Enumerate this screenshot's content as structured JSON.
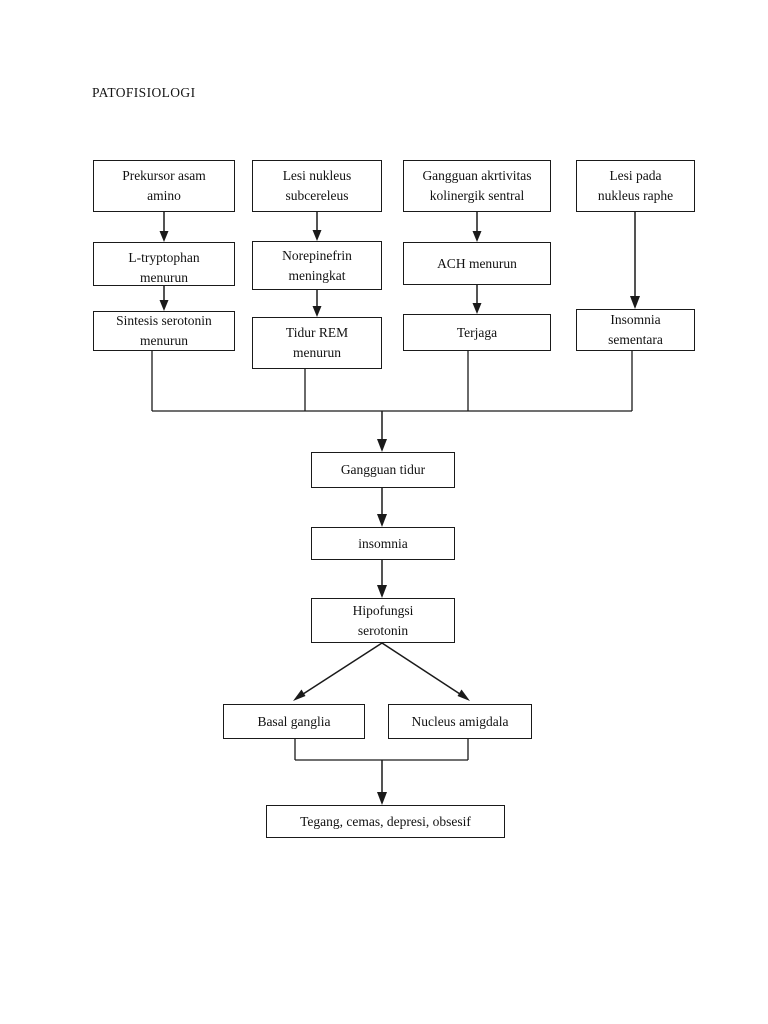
{
  "page": {
    "title": "PATOFISIOLOGI",
    "background_color": "#ffffff",
    "line_color": "#1a1a1a",
    "text_color": "#111111"
  },
  "chart_data": {
    "type": "diagram",
    "diagram_kind": "flowchart",
    "title": "PATOFISIOLOGI",
    "orientation": "top-to-bottom",
    "nodes": [
      {
        "id": "n1",
        "label": "Prekursor asam\namino",
        "column": 1,
        "row": 1
      },
      {
        "id": "n2",
        "label": "L-tryptophan\nmenurun",
        "column": 1,
        "row": 2
      },
      {
        "id": "n3",
        "label": "Sintesis serotonin\nmenurun",
        "column": 1,
        "row": 3
      },
      {
        "id": "n4",
        "label": "Lesi nukleus\nsubcereleus",
        "column": 2,
        "row": 1
      },
      {
        "id": "n5",
        "label": "Norepinefrin\nmeningkat",
        "column": 2,
        "row": 2
      },
      {
        "id": "n6",
        "label": "Tidur REM\nmenurun",
        "column": 2,
        "row": 3
      },
      {
        "id": "n7",
        "label": "Gangguan akrtivitas\nkolinergik sentral",
        "column": 3,
        "row": 1
      },
      {
        "id": "n8",
        "label": "ACH menurun",
        "column": 3,
        "row": 2
      },
      {
        "id": "n9",
        "label": "Terjaga",
        "column": 3,
        "row": 3
      },
      {
        "id": "n10",
        "label": "Lesi pada\nnukleus raphe",
        "column": 4,
        "row": 1
      },
      {
        "id": "n11",
        "label": "Insomnia\nsementara",
        "column": 4,
        "row": 3
      },
      {
        "id": "n12",
        "label": "Gangguan tidur",
        "column": 0,
        "row": 4
      },
      {
        "id": "n13",
        "label": "insomnia",
        "column": 0,
        "row": 5
      },
      {
        "id": "n14",
        "label": "Hipofungsi\nserotonin",
        "column": 0,
        "row": 6
      },
      {
        "id": "n15",
        "label": "Basal ganglia",
        "column": 0,
        "row": 7
      },
      {
        "id": "n16",
        "label": "Nucleus amigdala",
        "column": 0,
        "row": 7
      },
      {
        "id": "n17",
        "label": "Tegang, cemas, depresi, obsesif",
        "column": 0,
        "row": 8
      }
    ],
    "edges": [
      {
        "from": "n1",
        "to": "n2",
        "style": "arrow"
      },
      {
        "from": "n2",
        "to": "n3",
        "style": "arrow"
      },
      {
        "from": "n4",
        "to": "n5",
        "style": "arrow"
      },
      {
        "from": "n5",
        "to": "n6",
        "style": "arrow"
      },
      {
        "from": "n7",
        "to": "n8",
        "style": "arrow"
      },
      {
        "from": "n8",
        "to": "n9",
        "style": "arrow"
      },
      {
        "from": "n10",
        "to": "n11",
        "style": "arrow"
      },
      {
        "from": "n3",
        "to": "n12",
        "style": "bus-merge"
      },
      {
        "from": "n6",
        "to": "n12",
        "style": "bus-merge"
      },
      {
        "from": "n9",
        "to": "n12",
        "style": "bus-merge"
      },
      {
        "from": "n11",
        "to": "n12",
        "style": "bus-merge"
      },
      {
        "from": "n12",
        "to": "n13",
        "style": "arrow"
      },
      {
        "from": "n13",
        "to": "n14",
        "style": "arrow"
      },
      {
        "from": "n14",
        "to": "n15",
        "style": "arrow-diagonal"
      },
      {
        "from": "n14",
        "to": "n16",
        "style": "arrow-diagonal"
      },
      {
        "from": "n15",
        "to": "n17",
        "style": "bus-merge"
      },
      {
        "from": "n16",
        "to": "n17",
        "style": "bus-merge"
      }
    ]
  }
}
